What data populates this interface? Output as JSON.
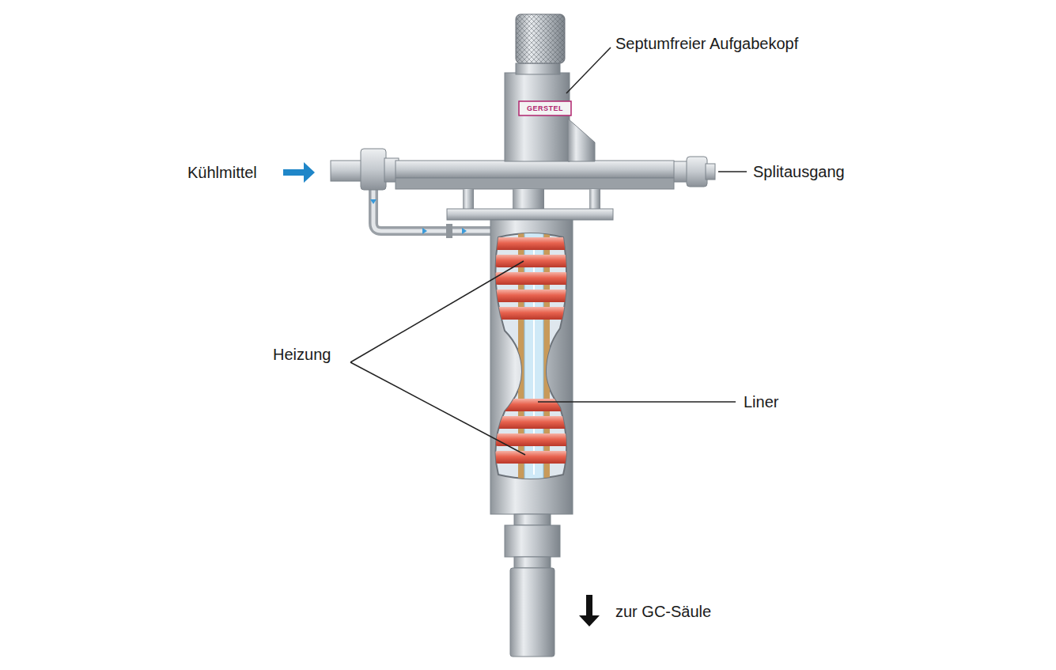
{
  "diagram": {
    "labels": [
      "Septumfreier Aufgabekopf",
      "GERSTEL",
      "Kühlmittel",
      "Splitausgang",
      "Heizung",
      "Liner",
      "zur GC-Säule"
    ]
  }
}
